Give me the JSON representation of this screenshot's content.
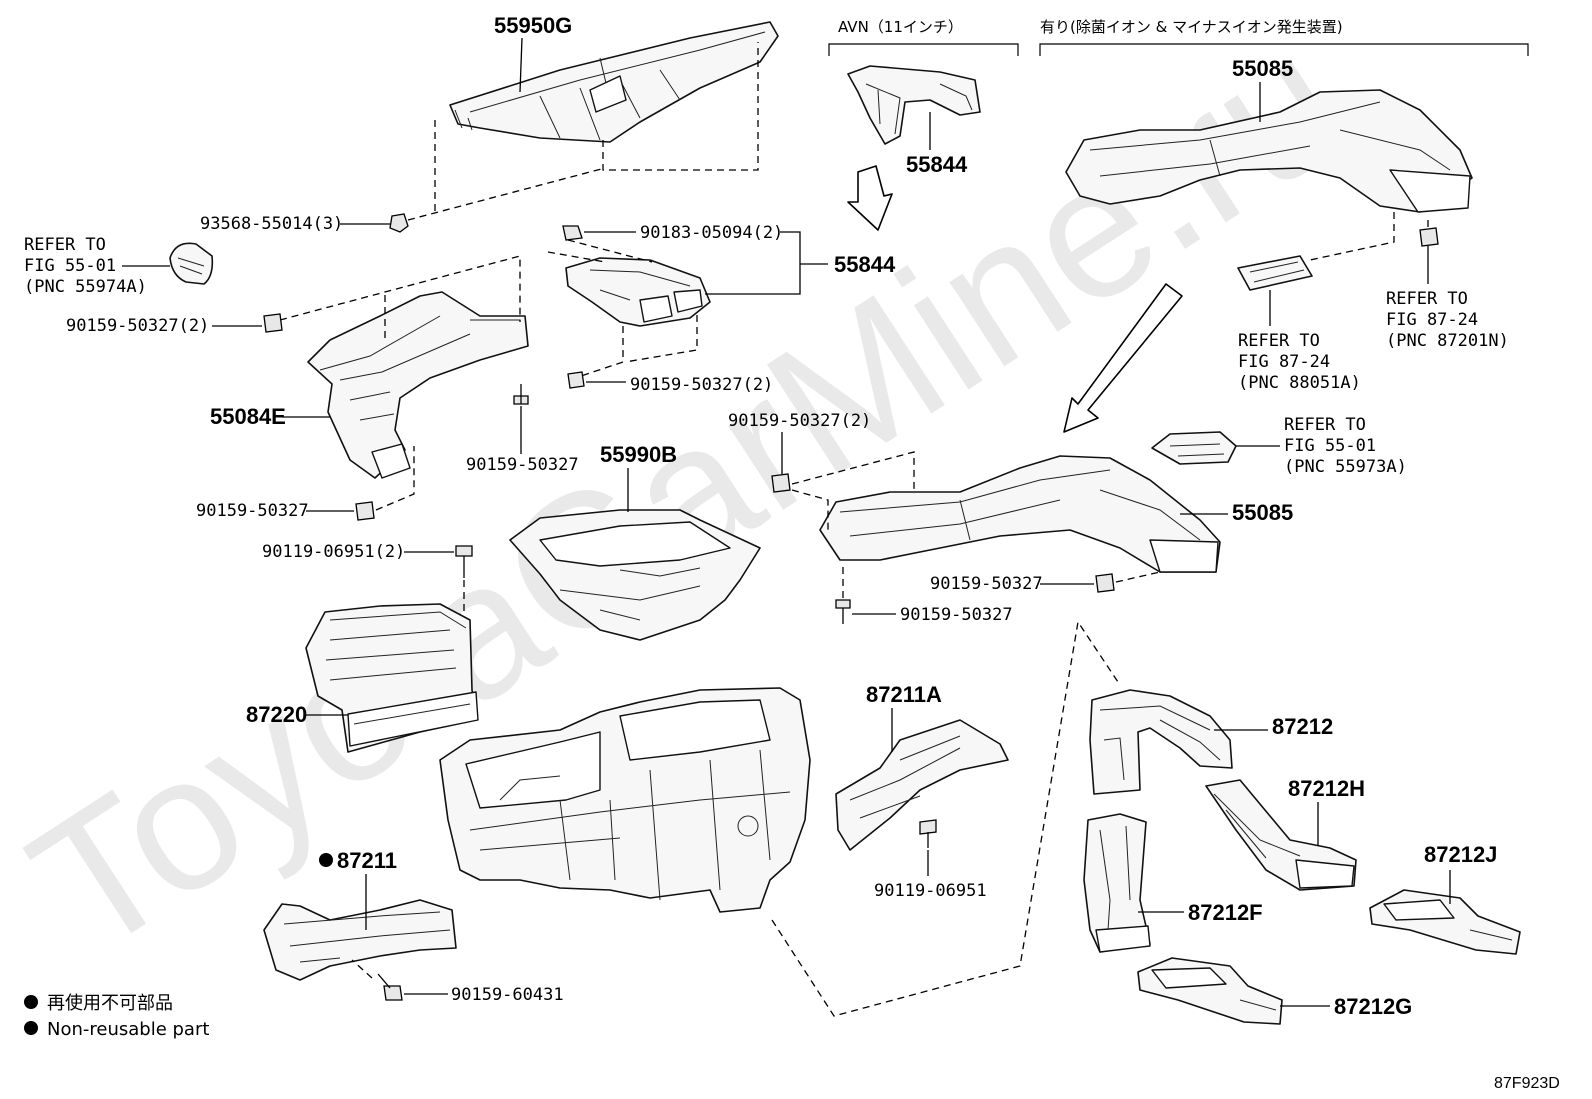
{
  "watermark": "ToyotaGarMine.ru",
  "sections": {
    "avn": "AVN（11インチ）",
    "ion": "有り(除菌イオン & マイナスイオン発生装置)"
  },
  "labels": {
    "p55950G": "55950G",
    "p55844_top": "55844",
    "p55085_top": "55085",
    "p93568": "93568-55014(3)",
    "ref_55974A": [
      "REFER TO",
      "FIG 55-01",
      "(PNC 55974A)"
    ],
    "p90183": "90183-05094(2)",
    "p55844_mid": "55844",
    "ref_87201N": [
      "REFER TO",
      "FIG 87-24",
      "(PNC 87201N)"
    ],
    "ref_88051A": [
      "REFER TO",
      "FIG 87-24",
      "(PNC 88051A)"
    ],
    "p90159_a": "90159-50327(2)",
    "p90159_b": "90159-50327(2)",
    "p55084E": "55084E",
    "p90159_c": "90159-50327",
    "p90159_d": "90159-50327(2)",
    "ref_55973A": [
      "REFER TO",
      "FIG 55-01",
      "(PNC 55973A)"
    ],
    "p55990B": "55990B",
    "p55085_mid": "55085",
    "p90159_e": "90159-50327",
    "p90119_a": "90119-06951(2)",
    "p90159_f": "90159-50327",
    "p90159_g": "90159-50327",
    "p87220": "87220",
    "p87211A": "87211A",
    "p87212": "87212",
    "p87212H": "87212H",
    "p87211": "87211",
    "p90119_b": "90119-06951",
    "p87212J": "87212J",
    "p87212F": "87212F",
    "p90159_h": "90159-60431",
    "p87212G": "87212G"
  },
  "legend": {
    "jp": "再使用不可部品",
    "en": "Non-reusable part"
  },
  "figure_code": "87F923D"
}
